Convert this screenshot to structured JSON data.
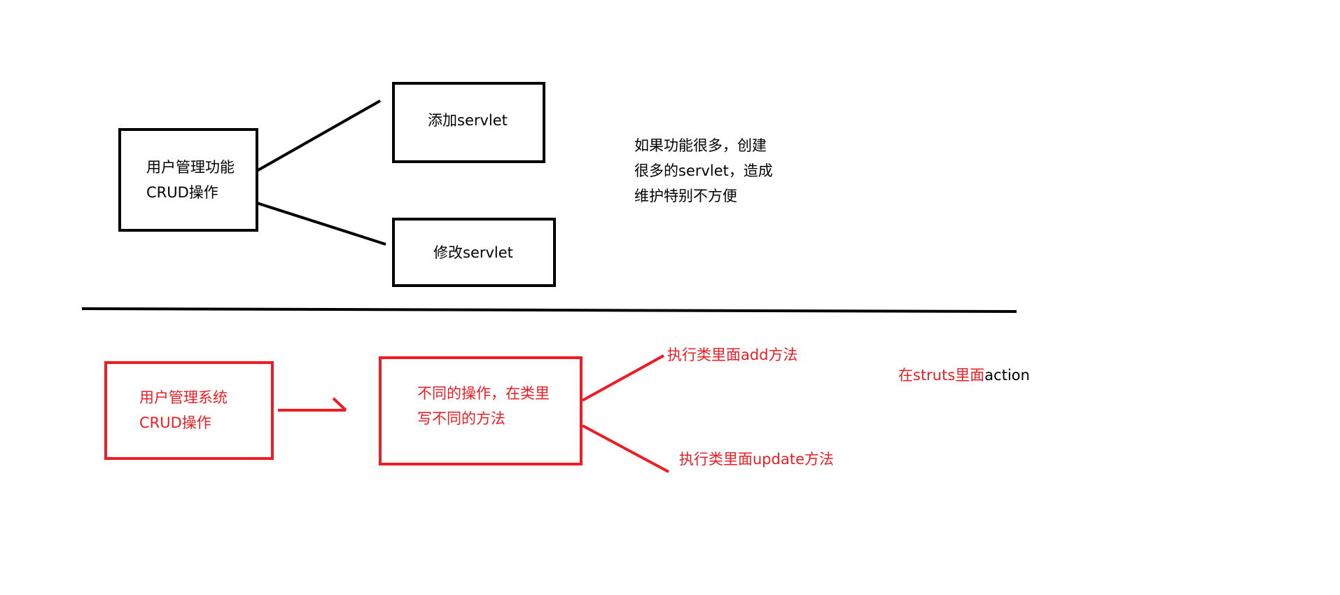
{
  "colors": {
    "ink": "#000000",
    "accent": "#ee1d23",
    "background": "#ffffff"
  },
  "top": {
    "user_box": {
      "line1": "用户管理功能",
      "line2": "CRUD操作"
    },
    "add_box": {
      "label": "添加servlet"
    },
    "edit_box": {
      "label": "修改servlet"
    },
    "note": {
      "line1": "如果功能很多，创建",
      "line2": "很多的servlet，造成",
      "line3": "维护特别不方便"
    }
  },
  "bottom": {
    "system_box": {
      "line1": "用户管理系统",
      "line2": "CRUD操作"
    },
    "ops_box": {
      "line1": "不同的操作，在类里",
      "line2": "写不同的方法"
    },
    "exec_add": "执行类里面add方法",
    "exec_update": "执行类里面update方法",
    "struts_note": {
      "prefix": "在struts里面",
      "suffix": "action"
    }
  }
}
